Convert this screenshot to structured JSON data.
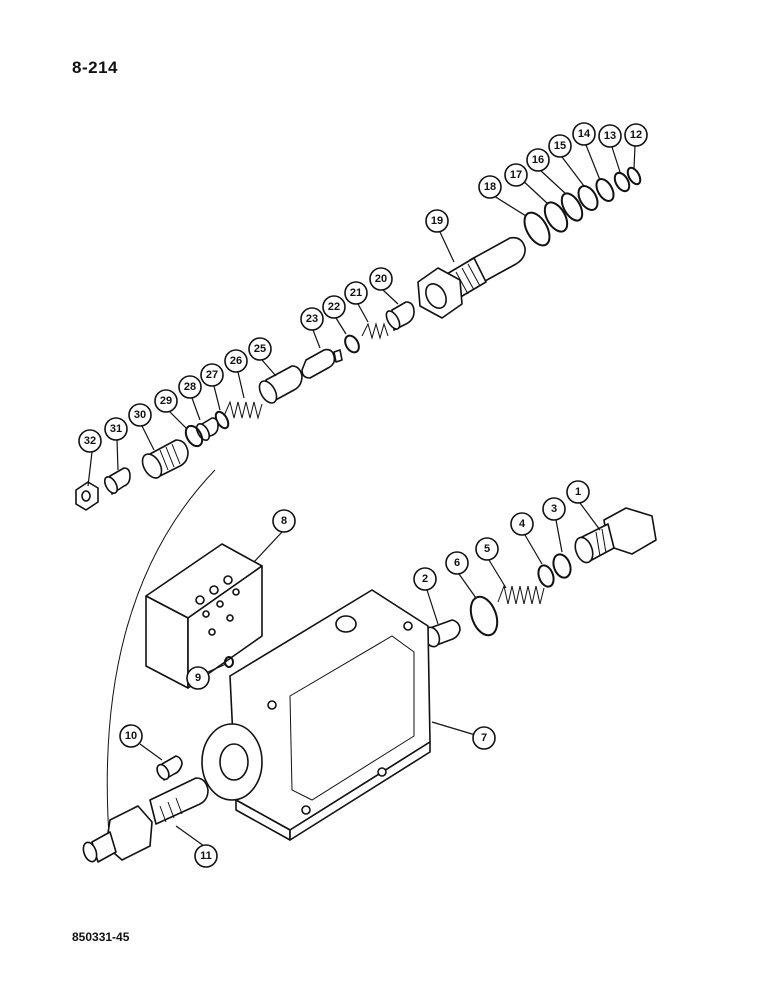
{
  "page": {
    "number": "8-214",
    "figure_code": "850331-45"
  },
  "callouts": [
    "1",
    "2",
    "3",
    "4",
    "5",
    "6",
    "7",
    "8",
    "9",
    "10",
    "11",
    "12",
    "13",
    "14",
    "15",
    "16",
    "17",
    "18",
    "19",
    "20",
    "21",
    "22",
    "23",
    "25",
    "26",
    "27",
    "28",
    "29",
    "30",
    "31",
    "32"
  ]
}
